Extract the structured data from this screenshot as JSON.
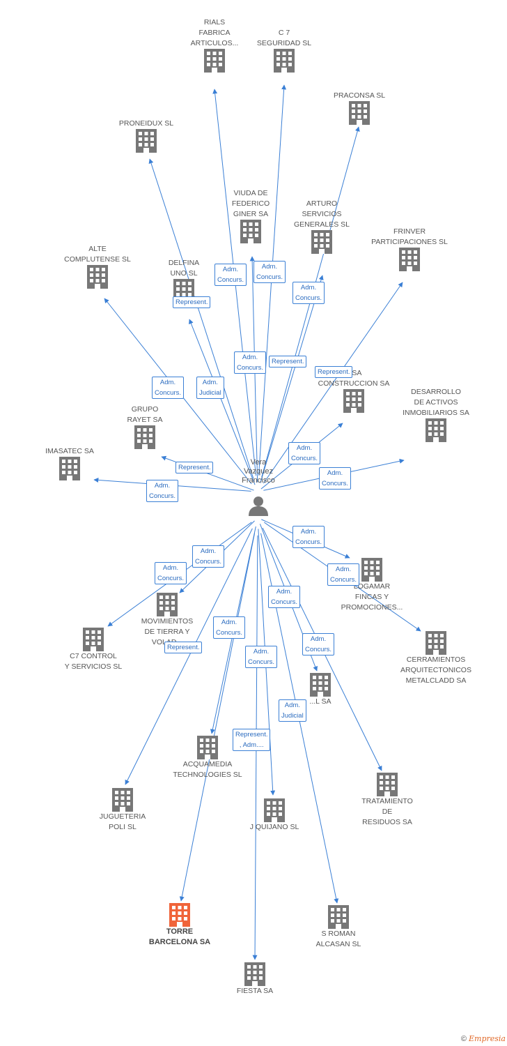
{
  "center": {
    "name": "Vera\nVazquez\nFrancisco"
  },
  "nodes": [
    {
      "id": "rials",
      "label": "RIALS\nFABRICA\nARTICULOS..."
    },
    {
      "id": "c7seg",
      "label": "C 7\nSEGURIDAD SL"
    },
    {
      "id": "praconsa",
      "label": "PRACONSA SL"
    },
    {
      "id": "proneidux",
      "label": "PRONEIDUX SL"
    },
    {
      "id": "viuda",
      "label": "VIUDA DE\nFEDERICO\nGINER SA"
    },
    {
      "id": "arturo",
      "label": "ARTURO\nSERVICIOS\nGENERALES SL"
    },
    {
      "id": "frinver",
      "label": "FRINVER\nPARTICIPACIONES SL"
    },
    {
      "id": "alte",
      "label": "ALTE\nCOMPLUTENSE SL"
    },
    {
      "id": "delfina",
      "label": "DELFINA\nUNO SL"
    },
    {
      "id": "constr",
      "label": "...SA\nCONSTRUCCION SA"
    },
    {
      "id": "desarrollo",
      "label": "DESARROLLO\nDE ACTIVOS\nINMOBILIARIOS SA"
    },
    {
      "id": "grupo",
      "label": "GRUPO\nRAYET SA"
    },
    {
      "id": "imasatec",
      "label": "IMASATEC SA"
    },
    {
      "id": "logamar",
      "label": "LOGAMAR\nFINCAS Y\nPROMOCIONES..."
    },
    {
      "id": "movimientos",
      "label": "MOVIMIENTOS\nDE TIERRA Y\nVOLAD..."
    },
    {
      "id": "c7control",
      "label": "C7 CONTROL\nY SERVICIOS SL"
    },
    {
      "id": "cerramientos",
      "label": "CERRAMIENTOS\nARQUITECTONICOS\nMETALCLADD SA"
    },
    {
      "id": "lsa",
      "label": "...L SA"
    },
    {
      "id": "acquamedia",
      "label": "ACQUAMEDIA\nTECHNOLOGIES SL"
    },
    {
      "id": "jugueteria",
      "label": "JUGUETERIA\nPOLI SL"
    },
    {
      "id": "jquijano",
      "label": "J QUIJANO SL"
    },
    {
      "id": "tratamiento",
      "label": "TRATAMIENTO\nDE\nRESIDUOS SA"
    },
    {
      "id": "torre",
      "label": "TORRE\nBARCELONA SA"
    },
    {
      "id": "sroman",
      "label": "S ROMAN\nALCASAN SL"
    },
    {
      "id": "fiesta",
      "label": "FIESTA SA"
    }
  ],
  "edge_labels": [
    "Adm.\nConcurs.",
    "Adm.\nConcurs.",
    "Represent.",
    "Adm.\nConcurs.",
    "Adm.\nConcurs.",
    "Represent.",
    "Represent.",
    "Adm.\nConcurs.",
    "Adm.\nJudicial",
    "Adm.\nConcurs.",
    "Represent.",
    "Adm.\nConcurs.",
    "Adm.\nConcurs.",
    "Adm.\nConcurs.",
    "Adm.\nConcurs.",
    "Adm.\nConcurs.",
    "Adm.\nConcurs.",
    "Adm.\nConcurs.",
    "Represent.",
    "Adm.\nConcurs.",
    "Adm.\nConcurs.",
    "Adm.\nConcurs.",
    "Adm.\nJudicial",
    "Represent.\n, Adm...."
  ],
  "footer": {
    "copyright": "©",
    "brand": "Empresia"
  },
  "colors": {
    "edge": "#3a7fd5",
    "building": "#777777",
    "focus_building": "#f0643a"
  }
}
